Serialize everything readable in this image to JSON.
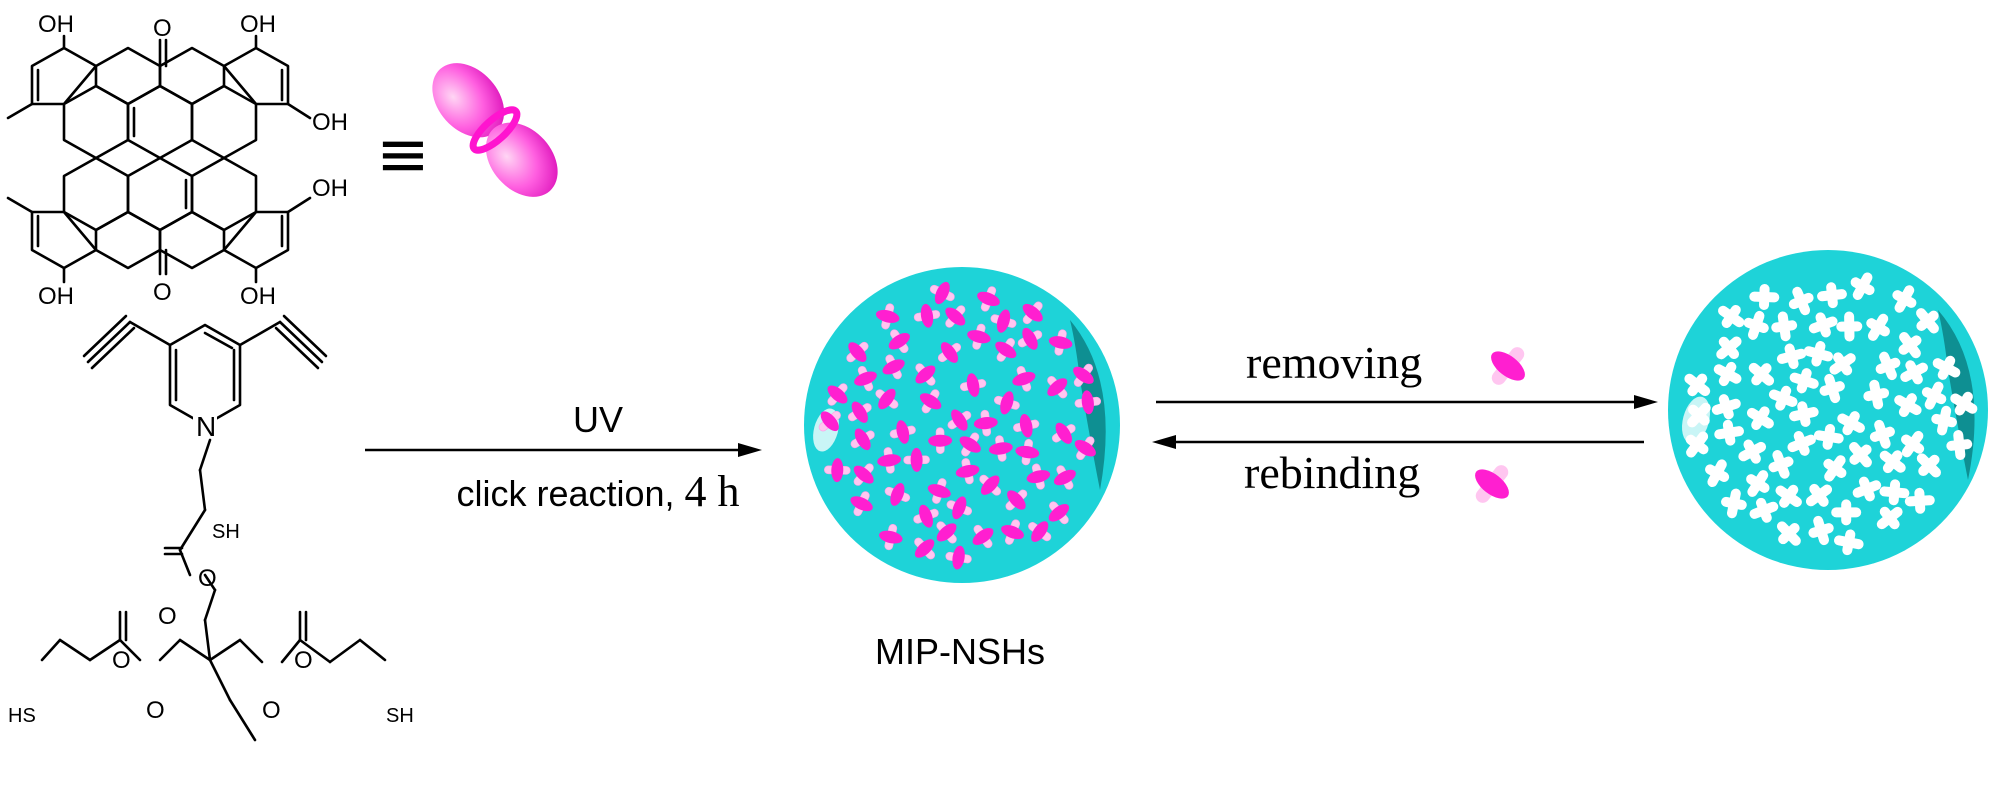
{
  "colors": {
    "sphere": "#1ed3d8",
    "sphere_shadow": "#0b8a8c",
    "template": "#ff3dd8",
    "template_tip": "#ffc2ef",
    "cavity": "#ffffff",
    "line": "#000000"
  },
  "molecules": {
    "hypericin": {
      "oh_labels": [
        "OH",
        "OH",
        "OH",
        "OH",
        "OH",
        "OH"
      ],
      "o_labels": [
        "O",
        "O"
      ]
    },
    "pyridine_diyne": {
      "n_label": "N"
    },
    "thiol_crosslinker": {
      "sh_labels": [
        "SH",
        "HS",
        "SH"
      ],
      "o_labels": [
        "O",
        "O",
        "O",
        "O",
        "O",
        "O"
      ]
    }
  },
  "equivalence_symbol": "≡",
  "step1": {
    "above": "UV",
    "below_text": "click reaction, ",
    "below_time": "4 h"
  },
  "product_label": "MIP-NSHs",
  "step2": {
    "forward": "removing",
    "reverse": "rebinding"
  }
}
